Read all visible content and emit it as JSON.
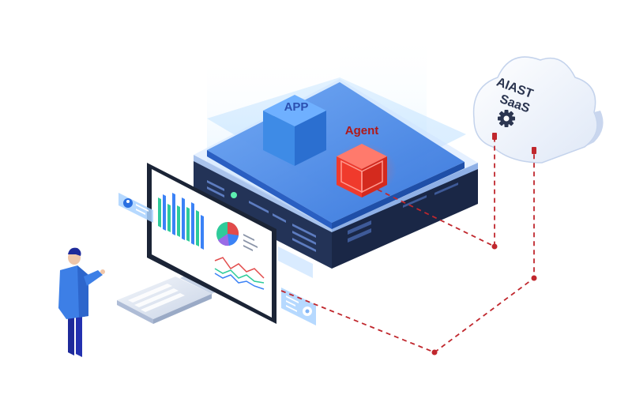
{
  "labels": {
    "app": "APP",
    "agent": "Agent",
    "cloud_line1": "AIAST",
    "cloud_line2": "SaaS"
  },
  "icons": {
    "cloud_gear": "gear-icon",
    "user_card": "user-icon",
    "settings_card": "gear-icon"
  },
  "colors": {
    "app_label": "#2b4fb0",
    "agent_label": "#b01818",
    "agent_cube": "#f03a2c",
    "app_cube": "#3e8be6",
    "connector": "#c0272d",
    "server_dark": "#233357",
    "platform_blue": "#4f8fe8"
  }
}
